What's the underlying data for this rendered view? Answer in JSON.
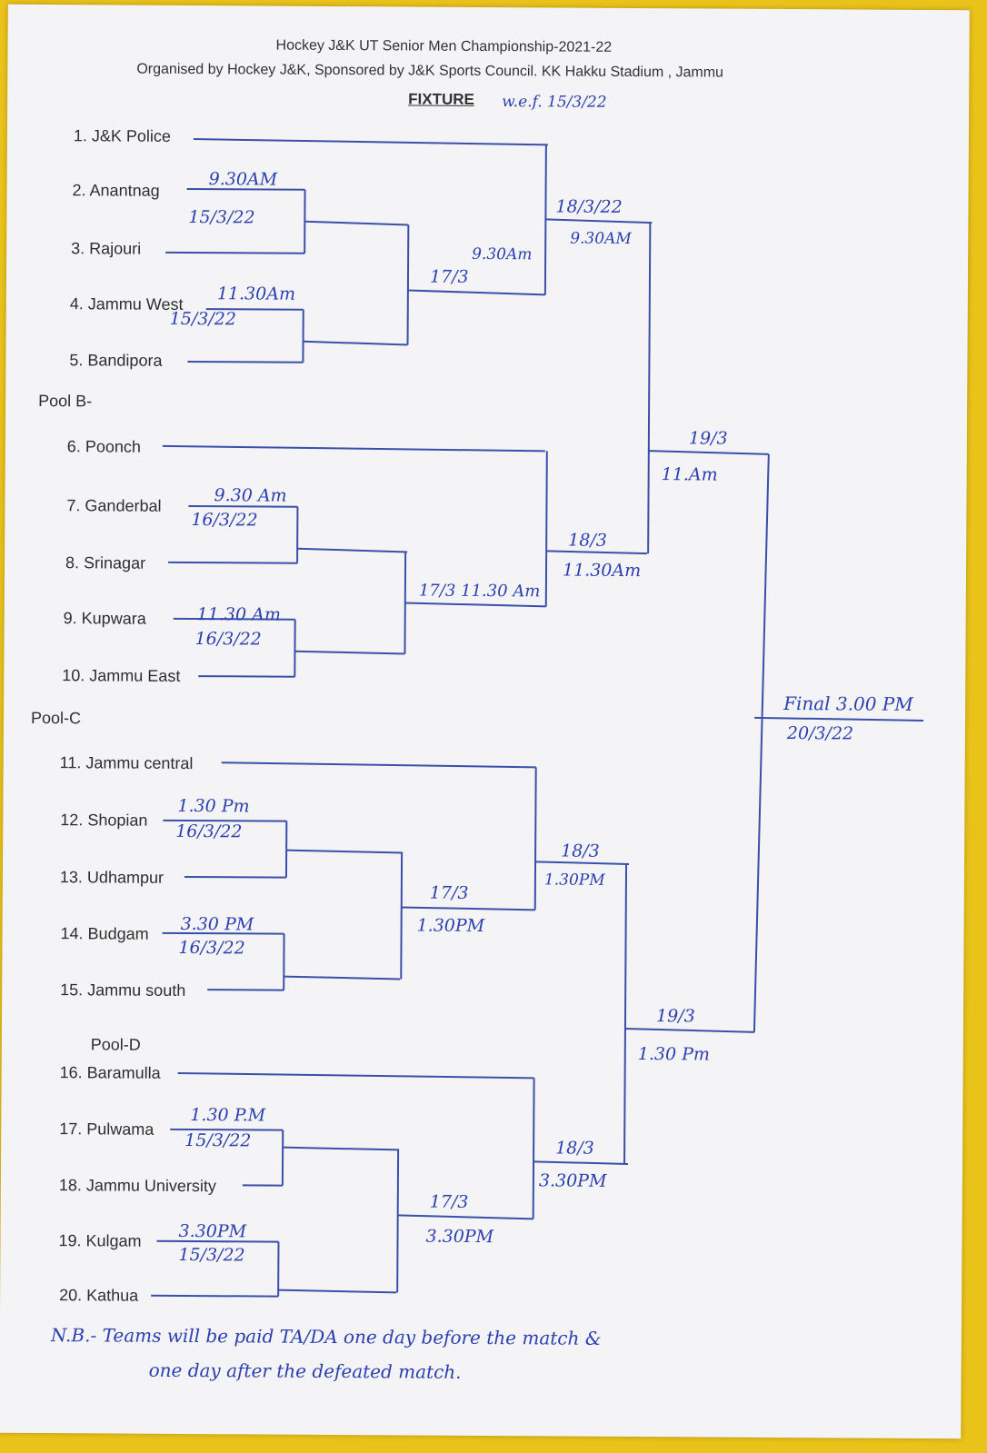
{
  "header": {
    "title": "Hockey J&K UT Senior Men Championship-2021-22",
    "subtitle": "Organised by Hockey J&K, Sponsored by J&K Sports Council. KK Hakku Stadium , Jammu",
    "fixture_label": "FIXTURE",
    "fixture_note": "w.e.f. 15/3/22"
  },
  "pools": {
    "b": "Pool B-",
    "c": "Pool-C",
    "d": "Pool-D"
  },
  "teams": [
    "1. J&K Police",
    "2. Anantnag",
    "3. Rajouri",
    "4. Jammu West",
    "5. Bandipora",
    "6. Poonch",
    "7. Ganderbal",
    "8. Srinagar",
    "9. Kupwara",
    "10. Jammu East",
    "11. Jammu central",
    "12. Shopian",
    "13. Udhampur",
    "14. Budgam",
    "15. Jammu south",
    "16. Baramulla",
    "17. Pulwama",
    "18. Jammu University",
    "19. Kulgam",
    "20. Kathua"
  ],
  "schedule": {
    "r1": [
      {
        "time": "9.30AM",
        "date": "15/3/22"
      },
      {
        "time": "11.30Am",
        "date": "15/3/22"
      },
      {
        "time": "9.30 Am",
        "date": "16/3/22"
      },
      {
        "time": "11.30 Am",
        "date": "16/3/22"
      },
      {
        "time": "1.30 Pm",
        "date": "16/3/22"
      },
      {
        "time": "3.30 PM",
        "date": "16/3/22"
      },
      {
        "time": "1.30 P.M",
        "date": "15/3/22"
      },
      {
        "time": "3.30PM",
        "date": "15/3/22"
      }
    ],
    "r2": [
      {
        "time": "9.30Am",
        "date": "17/3"
      },
      {
        "time": "17/3 11.30 Am"
      },
      {
        "time": "17/3",
        "date": "1.30PM"
      },
      {
        "time": "17/3",
        "date": "3.30PM"
      }
    ],
    "qf": [
      {
        "time": "18/3/22",
        "date": "9.30AM"
      },
      {
        "time": "18/3",
        "date": "11.30Am"
      },
      {
        "time": "18/3",
        "date": "1.30PM"
      },
      {
        "time": "18/3",
        "date": "3.30PM"
      }
    ],
    "sf": [
      {
        "time": "19/3",
        "date": "11.Am"
      },
      {
        "time": "19/3",
        "date": "1.30 Pm"
      }
    ],
    "final": {
      "label": "Final 3.00 PM",
      "date": "20/3/22"
    }
  },
  "note": {
    "line1": "N.B.- Teams will be paid TA/DA one day before the match &",
    "line2": "one day after the defeated match."
  }
}
